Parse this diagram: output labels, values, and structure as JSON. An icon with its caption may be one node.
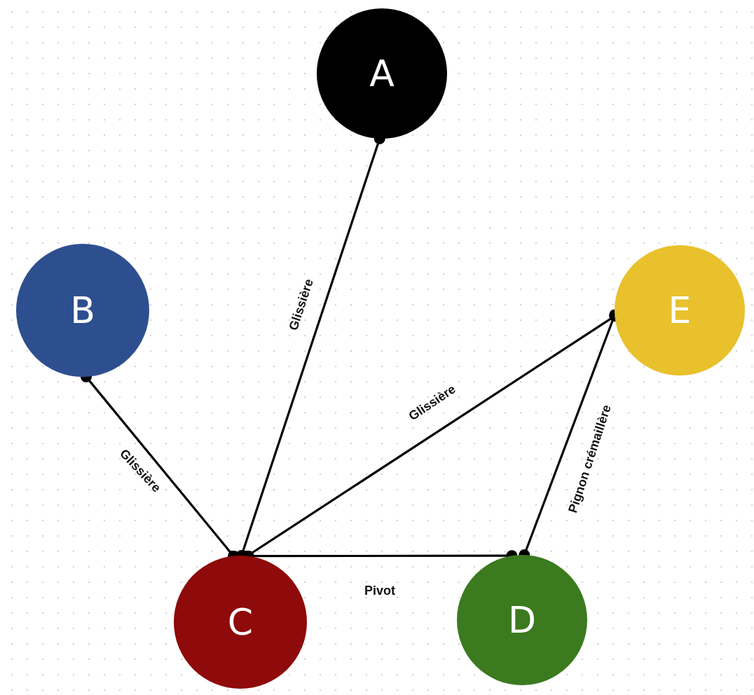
{
  "diagram": {
    "nodes": [
      {
        "text": [
          "A"
        ]
      },
      {
        "text": [
          "B"
        ]
      },
      {
        "text": [
          "C"
        ]
      },
      {
        "text": [
          "D"
        ]
      },
      {
        "text": [
          "E"
        ]
      }
    ],
    "edges": [
      {
        "from": 0,
        "to": 2,
        "arrow": "other",
        "label": "Glissière"
      },
      {
        "from": 1,
        "to": 2,
        "arrow": "other",
        "label": "Glissière"
      },
      {
        "from": 4,
        "to": 2,
        "arrow": "other",
        "label": "Glissière"
      },
      {
        "from": 2,
        "to": 3,
        "arrow": "other",
        "label": "Pivot"
      },
      {
        "from": 4,
        "to": 3,
        "arrow": "other",
        "label": "Pignon crémaillère"
      }
    ]
  }
}
